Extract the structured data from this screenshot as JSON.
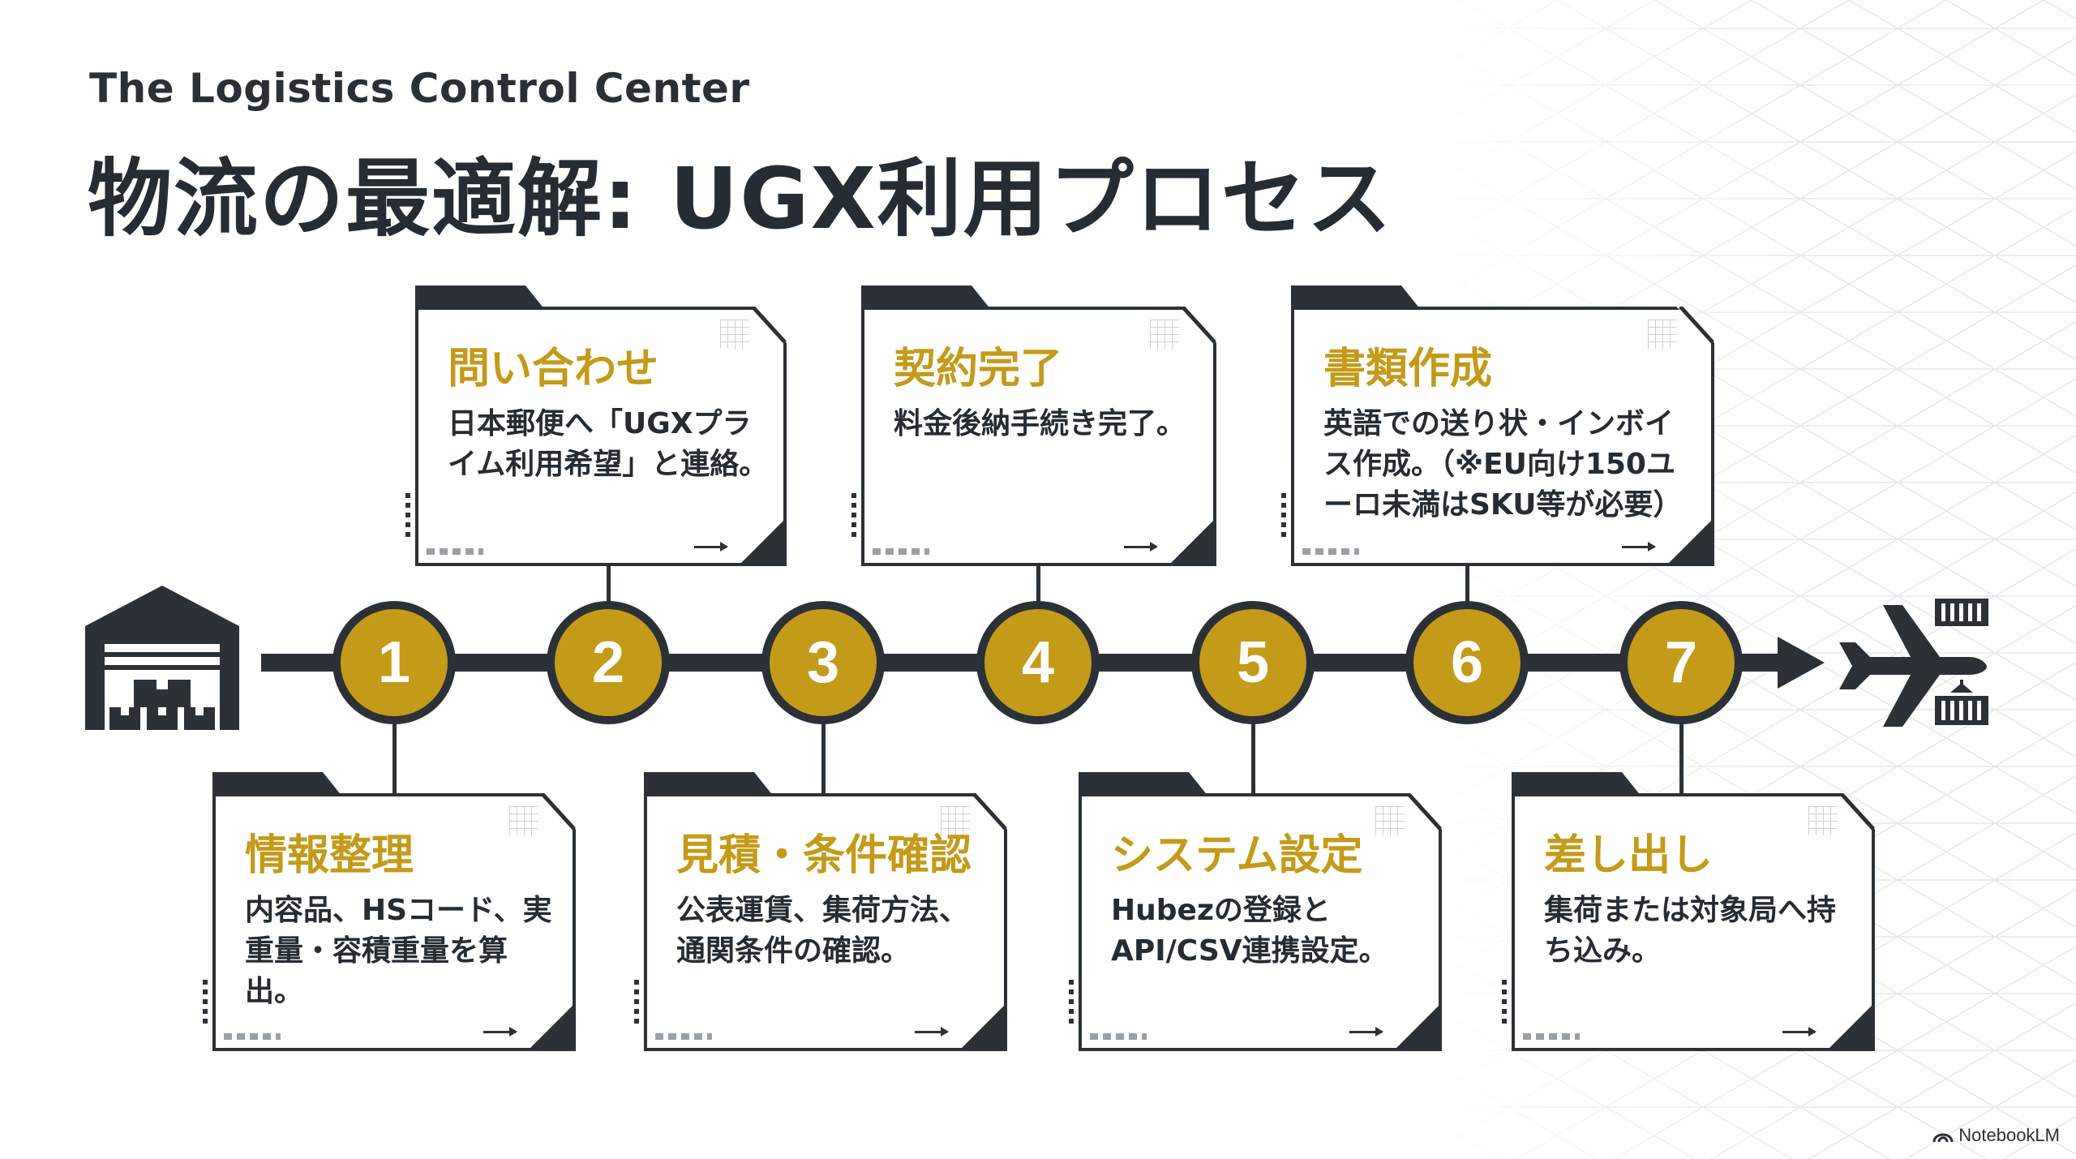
{
  "header": {
    "subtitle": "The Logistics Control Center",
    "title": "物流の最適解: UGX利用プロセス"
  },
  "steps": [
    {
      "number": "1",
      "title": "情報整理",
      "description": "内容品、HSコード、実重量・容積重量を算出。",
      "position": "below"
    },
    {
      "number": "2",
      "title": "問い合わせ",
      "description": "日本郵便へ「UGXプライム利用希望」と連絡。",
      "position": "above"
    },
    {
      "number": "3",
      "title": "見積・条件確認",
      "description": "公表運賃、集荷方法、通関条件の確認。",
      "position": "below"
    },
    {
      "number": "4",
      "title": "契約完了",
      "description": "料金後納手続き完了。",
      "position": "above"
    },
    {
      "number": "5",
      "title": "システム設定",
      "description": "Hubezの登録とAPI/CSV連携設定。",
      "position": "below"
    },
    {
      "number": "6",
      "title": "書類作成",
      "description": "英語での送り状・インボイス作成。（※EU向け150ユーロ未満はSKU等が必要）",
      "position": "above"
    },
    {
      "number": "7",
      "title": "差し出し",
      "description": "集荷または対象局へ持ち込み。",
      "position": "below"
    }
  ],
  "icons": {
    "start": "warehouse-icon",
    "end": "airplane-cargo-icon",
    "brand": "notebooklm-logo-icon"
  },
  "footer": {
    "brand": "NotebookLM"
  },
  "colors": {
    "accent": "#c49a19",
    "dark": "#2b3137",
    "background": "#ffffff"
  }
}
